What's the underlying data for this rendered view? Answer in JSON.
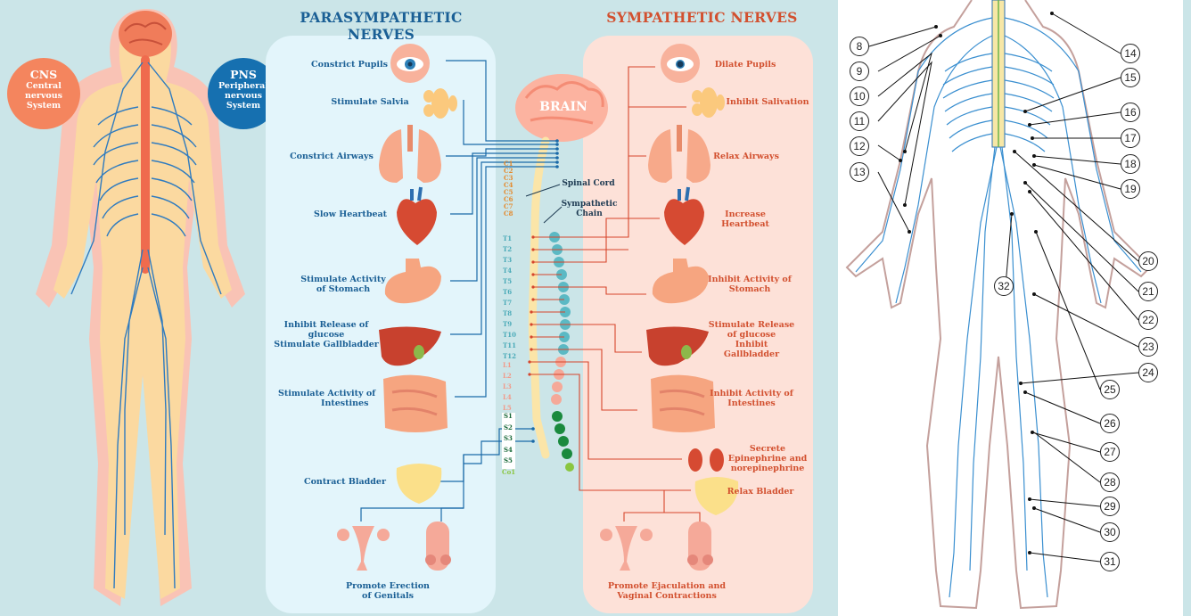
{
  "cns": {
    "line1": "CNS",
    "line2": "Central",
    "line3": "nervous",
    "line4": "System"
  },
  "pns": {
    "line1": "PNS",
    "line2": "Peripheral",
    "line3": "nervous",
    "line4": "System"
  },
  "headers": {
    "para": "PARASYMPATHETIC NERVES",
    "symp": "SYMPATHETIC NERVES"
  },
  "brain": "BRAIN",
  "spinal_cord": "Spinal Cord",
  "sympathetic_chain": {
    "l1": "Sympathetic",
    "l2": "Chain"
  },
  "para": [
    {
      "l1": "Constrict Pupils",
      "l2": ""
    },
    {
      "l1": "Stimulate Salvia",
      "l2": ""
    },
    {
      "l1": "Constrict Airways",
      "l2": ""
    },
    {
      "l1": "Slow Heartbeat",
      "l2": ""
    },
    {
      "l1": "Stimulate Activity",
      "l2": "of Stomach"
    },
    {
      "l1": "Inhibit Release of",
      "l2": "glucose",
      "l3": "Stimulate Gallbladder"
    },
    {
      "l1": "Stimulate Activity of",
      "l2": "Intestines"
    },
    {
      "l1": "Contract Bladder",
      "l2": ""
    },
    {
      "l1": "Promote Erection",
      "l2": "of Genitals"
    }
  ],
  "symp": [
    {
      "l1": "Dilate Pupils",
      "l2": ""
    },
    {
      "l1": "Inhibit Salivation",
      "l2": ""
    },
    {
      "l1": "Relax Airways",
      "l2": ""
    },
    {
      "l1": "Increase Heartbeat",
      "l2": ""
    },
    {
      "l1": "Inhibit Activity of",
      "l2": "Stomach"
    },
    {
      "l1": "Stimulate Release",
      "l2": "of glucose",
      "l3": "Inhibit Gallbladder"
    },
    {
      "l1": "Inhibit Activity of",
      "l2": "Intestines"
    },
    {
      "l1": "Secrete",
      "l2": "Epinephrine and",
      "l3": "norepinephrine"
    },
    {
      "l1": "Relax Bladder",
      "l2": ""
    },
    {
      "l1": "Promote Ejaculation and",
      "l2": "Vaginal Contractions"
    }
  ],
  "segments": {
    "cervical": [
      "C1",
      "C2",
      "C3",
      "C4",
      "C5",
      "C6",
      "C7",
      "C8"
    ],
    "thoracic": [
      "T1",
      "T2",
      "T3",
      "T4",
      "T5",
      "T6",
      "T7",
      "T8",
      "T9",
      "T10",
      "T11",
      "T12"
    ],
    "lumbar": [
      "L1",
      "L2",
      "L3",
      "L4",
      "L5"
    ],
    "sacral": [
      "S1",
      "S2",
      "S3",
      "S4",
      "S5"
    ],
    "coccygeal": [
      "Co1"
    ]
  },
  "numbers_left": [
    "8",
    "9",
    "10",
    "11",
    "12",
    "13"
  ],
  "numbers_right": [
    "14",
    "15",
    "16",
    "17",
    "18",
    "19",
    "20",
    "21",
    "22",
    "23",
    "24",
    "25",
    "26",
    "27",
    "28",
    "29",
    "30",
    "31"
  ],
  "number_center": "32",
  "colors": {
    "bg": "#cbe5e8",
    "para": "#1a5f95",
    "symp": "#d2502f",
    "nerve": "#3a8fd0",
    "skin": "#fbd9a0"
  }
}
